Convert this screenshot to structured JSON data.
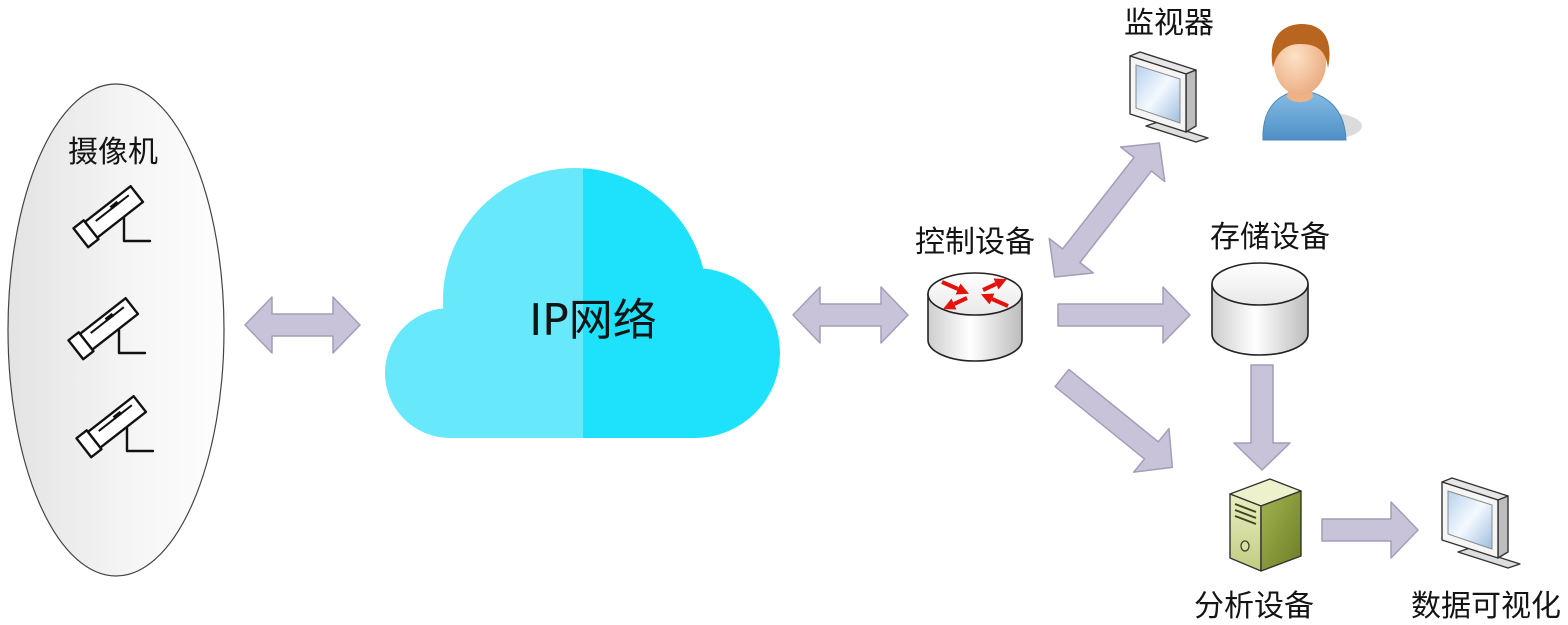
{
  "labels": {
    "cameras": "摄像机",
    "network": "IP网络",
    "control_device": "控制设备",
    "monitor": "监视器",
    "storage_device": "存储设备",
    "analysis_device": "分析设备",
    "data_visualization": "数据可视化"
  },
  "icons": {
    "cameras": "camera-icon",
    "network": "cloud-icon",
    "control_device": "router-icon",
    "monitor": "monitor-icon",
    "user": "user-icon",
    "storage_device": "database-icon",
    "analysis_device": "server-icon",
    "data_visualization": "monitor-icon"
  },
  "colors": {
    "arrow_fill": "#c9c3da",
    "arrow_stroke": "#a39db8",
    "cloud_left": "#67e8fb",
    "cloud_right": "#1ee1fb",
    "router_arrows": "#e3120b",
    "server_green": "#a3b451",
    "user_shirt": "#86bde6",
    "user_hair": "#b8661f"
  }
}
